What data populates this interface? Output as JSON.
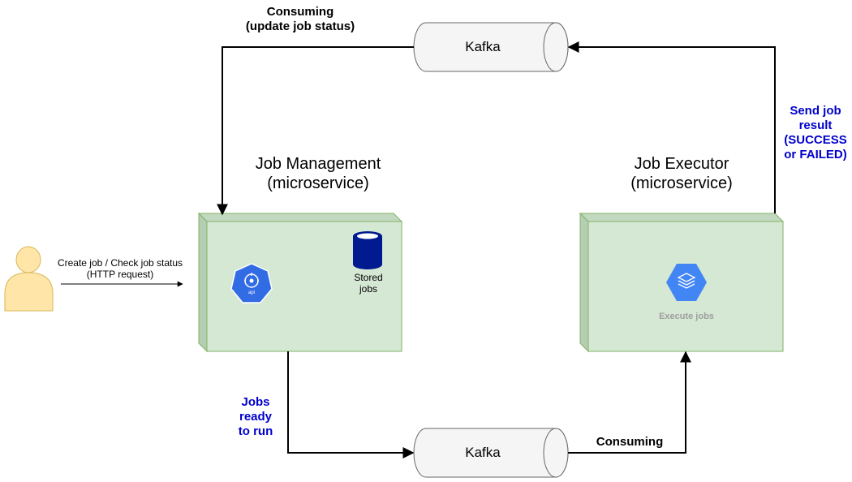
{
  "kafka_top": {
    "label": "Kafka"
  },
  "kafka_bottom": {
    "label": "Kafka"
  },
  "job_management": {
    "title": "Job Management\n(microservice)",
    "storage_label": "Stored\njobs",
    "api_icon_text": "api"
  },
  "job_executor": {
    "title": "Job Executor\n(microservice)",
    "executor_label": "Execute jobs"
  },
  "edges": {
    "consuming_update": "Consuming\n(update job status)",
    "send_result": "Send job\nresult\n(SUCCESS\nor FAILED)",
    "jobs_ready": "Jobs\nready\nto run",
    "consuming": "Consuming",
    "user_request": "Create job / Check job status\n(HTTP request)"
  },
  "colors": {
    "box_fill": "#d5e8d4",
    "box_stroke": "#82b366",
    "user_fill": "#ffe6a8",
    "user_stroke": "#d6b656",
    "kafka_fill": "#f5f5f5",
    "blue_label": "#0000cc",
    "k8s_blue": "#326ce5",
    "gcp_blue": "#4285f4",
    "db_navy": "#001a8f"
  },
  "icons": [
    "user-icon",
    "kubernetes-api-icon",
    "database-icon",
    "compute-engine-icon"
  ]
}
